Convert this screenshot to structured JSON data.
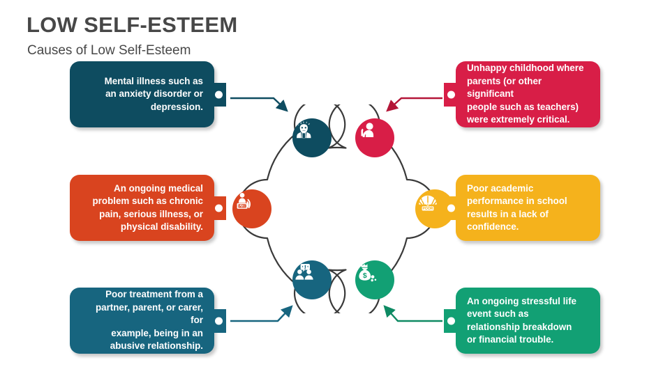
{
  "header": {
    "title": "LOW SELF-ESTEEM",
    "subtitle": "Causes of Low Self-Esteem"
  },
  "colors": {
    "title_text": "#474747",
    "dark_teal": "#0e4c60",
    "crimson": "#d81e47",
    "orange_red": "#d9441f",
    "amber": "#f5b21c",
    "teal_blue": "#17657f",
    "green": "#12a074",
    "ring_outline": "#3a3a3a",
    "canvas": "#ffffff"
  },
  "hub": {
    "nodes": [
      {
        "id": "mental-illness",
        "icon": "stressed-person-icon",
        "color": "#0e4c60",
        "position": "top-left"
      },
      {
        "id": "unhappy-childhood",
        "icon": "sad-child-icon",
        "color": "#d81e47",
        "position": "top-right"
      },
      {
        "id": "medical-problem",
        "icon": "hospital-patient-icon",
        "color": "#d9441f",
        "position": "mid-left"
      },
      {
        "id": "poor-academic",
        "icon": "poor-gauge-icon",
        "color": "#f5b21c",
        "position": "mid-right",
        "label": "POOR"
      },
      {
        "id": "poor-treatment",
        "icon": "arguing-people-icon",
        "color": "#17657f",
        "position": "bottom-left"
      },
      {
        "id": "stressful-event",
        "icon": "money-bag-icon",
        "color": "#12a074",
        "position": "bottom-right"
      }
    ]
  },
  "callouts": [
    {
      "id": "mental-illness",
      "text": "Mental illness such as\nan anxiety disorder or\ndepression.",
      "color": "#0e4c60",
      "side": "left",
      "align": "right"
    },
    {
      "id": "unhappy-childhood",
      "text": "Unhappy childhood where\nparents (or other significant\npeople such as teachers)\nwere extremely critical.",
      "color": "#d81e47",
      "side": "right",
      "align": "left"
    },
    {
      "id": "medical-problem",
      "text": "An ongoing medical\nproblem such as chronic\npain, serious illness, or\nphysical disability.",
      "color": "#d9441f",
      "side": "left",
      "align": "right"
    },
    {
      "id": "poor-academic",
      "text": "Poor academic\nperformance in school\nresults in a lack of\nconfidence.",
      "color": "#f5b21c",
      "side": "right",
      "align": "left"
    },
    {
      "id": "poor-treatment",
      "text": "Poor treatment from a\npartner, parent, or carer, for\nexample, being in an\nabusive relationship.",
      "color": "#17657f",
      "side": "left",
      "align": "right"
    },
    {
      "id": "stressful-event",
      "text": "An ongoing stressful life\nevent such as\nrelationship breakdown\nor financial trouble.",
      "color": "#12a074",
      "side": "right",
      "align": "left"
    }
  ]
}
